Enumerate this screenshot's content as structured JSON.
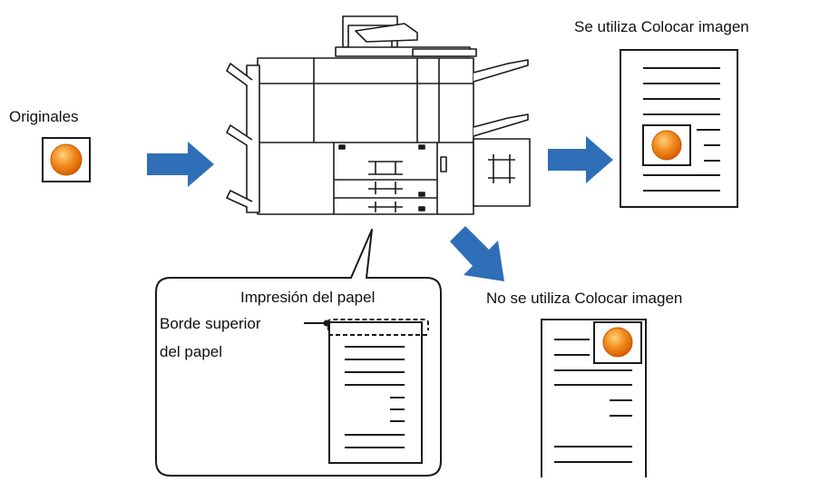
{
  "labels": {
    "originals": "Originales",
    "with_image_send": "Se utiliza Colocar imagen",
    "without_image_send": "No se utiliza Colocar imagen",
    "paper_print": "Impresión del papel",
    "paper_top_edge_line1": "Borde superior",
    "paper_top_edge_line2": "del papel"
  },
  "colors": {
    "arrow": "#2f6fb7",
    "image_orange": "#f08a1c",
    "outline": "#1a1a1a"
  },
  "icons": {
    "copier": "multifunction-printer-icon",
    "arrow": "right-arrow-icon",
    "original": "photo-original-icon",
    "document": "document-page-icon"
  }
}
